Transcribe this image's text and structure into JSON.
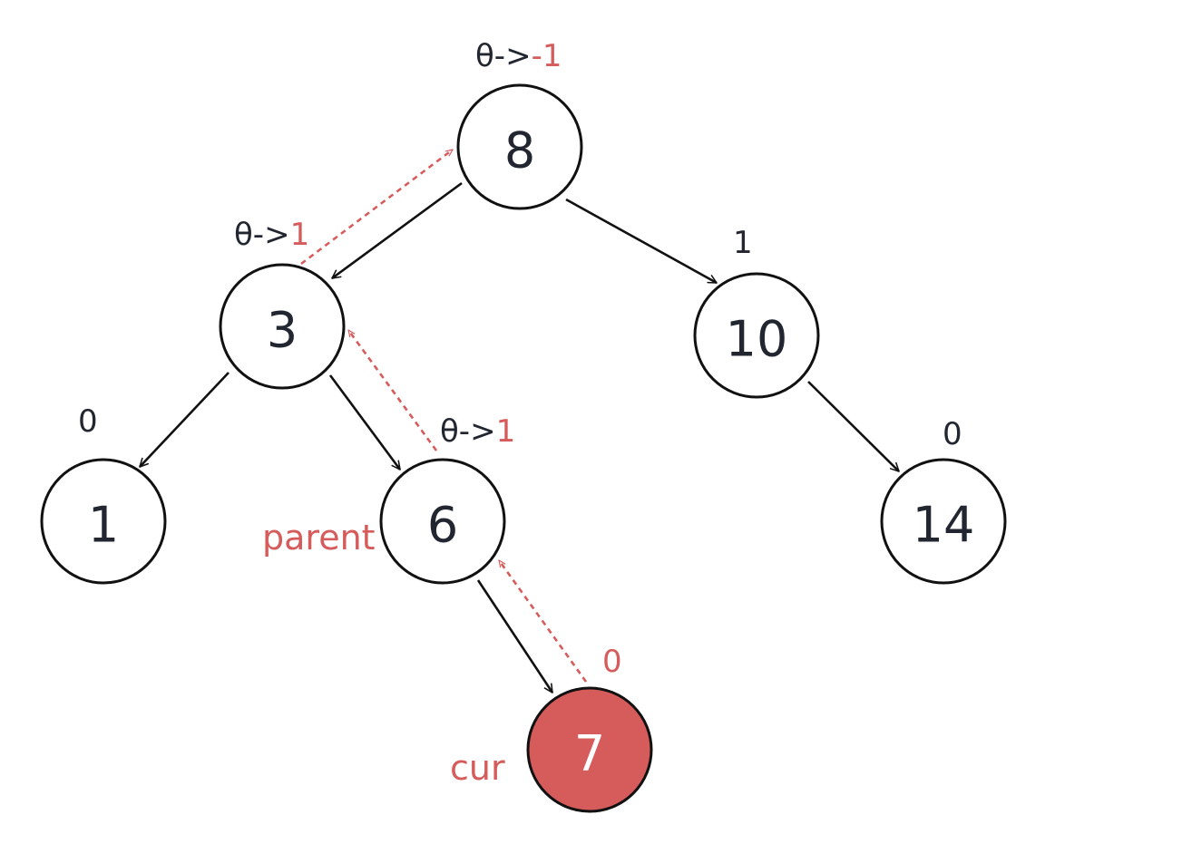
{
  "colors": {
    "ink": "#222630",
    "stroke": "#111111",
    "accent": "#d65c5c"
  },
  "nodes": {
    "n8": {
      "value": "8",
      "balance_old": "θ->",
      "balance_new": "-1"
    },
    "n3": {
      "value": "3",
      "balance_old": "θ->",
      "balance_new": "1"
    },
    "n10": {
      "value": "10",
      "balance": "1"
    },
    "n1": {
      "value": "1",
      "balance": "0"
    },
    "n6": {
      "value": "6",
      "balance_old": "θ->",
      "balance_new": "1"
    },
    "n14": {
      "value": "14",
      "balance": "0"
    },
    "n7": {
      "value": "7",
      "balance": "0"
    }
  },
  "tags": {
    "parent": "parent",
    "cur": "cur"
  }
}
